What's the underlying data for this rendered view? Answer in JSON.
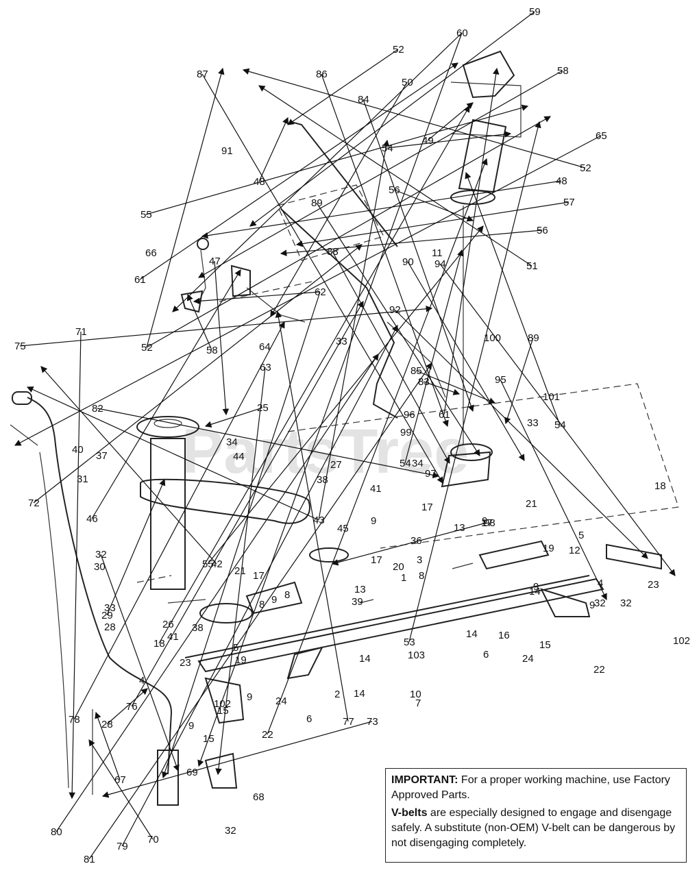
{
  "watermark": "PartsTree",
  "note": {
    "important_label": "IMPORTANT:",
    "important_text": " For a proper working machine, use Factory Approved Parts.",
    "vbelts_label": "V-belts",
    "vbelts_text": " are especially designed to engage and disengage safely. A substitute (non-OEM) V-belt can be dangerous by not disengaging completely."
  },
  "callouts": [
    "1",
    "2",
    "3",
    "4",
    "4",
    "5",
    "5",
    "6",
    "6",
    "7",
    "8",
    "8",
    "8",
    "9",
    "9",
    "9",
    "9",
    "9",
    "9",
    "9",
    "10",
    "11",
    "12",
    "13",
    "13",
    "14",
    "14",
    "14",
    "14",
    "15",
    "15",
    "15",
    "16",
    "17",
    "17",
    "17",
    "17",
    "18",
    "18",
    "19",
    "19",
    "20",
    "21",
    "21",
    "22",
    "22",
    "23",
    "23",
    "24",
    "24",
    "25",
    "26",
    "27",
    "28",
    "28",
    "29",
    "30",
    "31",
    "32",
    "32",
    "32",
    "32",
    "33",
    "33",
    "33",
    "34",
    "34",
    "36",
    "37",
    "38",
    "38",
    "39",
    "40",
    "41",
    "41",
    "42",
    "43",
    "44",
    "45",
    "46",
    "47",
    "48",
    "48",
    "49",
    "50",
    "51",
    "52",
    "52",
    "52",
    "53",
    "54",
    "54",
    "54",
    "55",
    "55",
    "56",
    "56",
    "57",
    "58",
    "58",
    "59",
    "60",
    "61",
    "61",
    "62",
    "63",
    "64",
    "65",
    "66",
    "67",
    "68",
    "69",
    "70",
    "71",
    "72",
    "73",
    "75",
    "76",
    "77",
    "78",
    "79",
    "80",
    "81",
    "82",
    "83",
    "84",
    "85",
    "86",
    "87",
    "88",
    "89",
    "89",
    "90",
    "91",
    "92",
    "94",
    "95",
    "96",
    "97",
    "98",
    "99",
    "100",
    "101",
    "102",
    "102",
    "103"
  ]
}
